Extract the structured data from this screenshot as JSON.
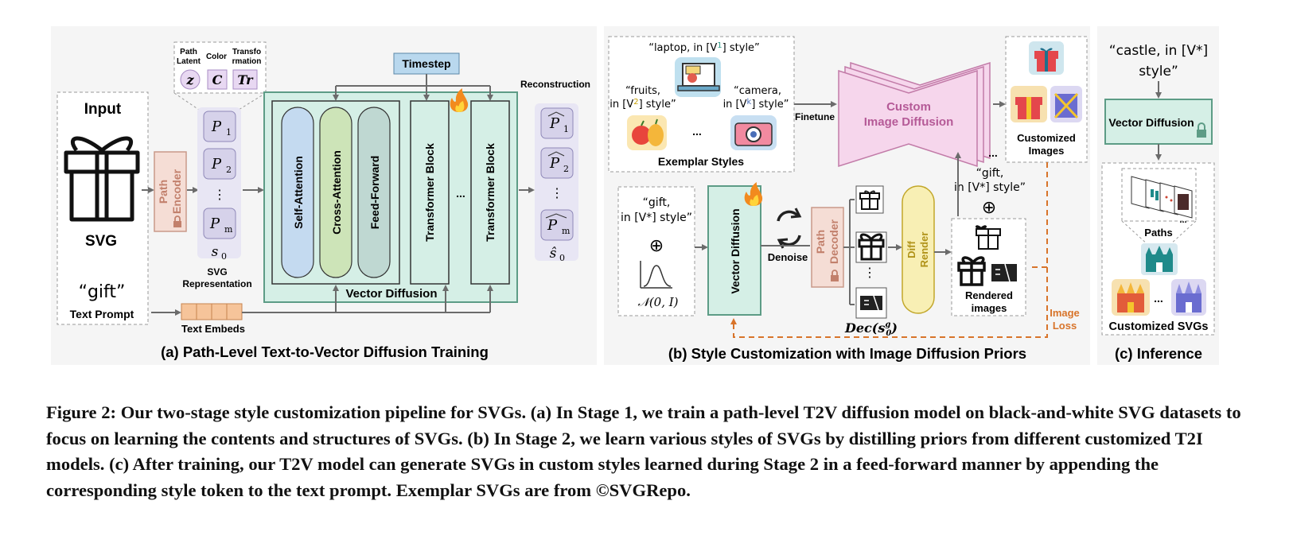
{
  "panel_a": {
    "caption": "(a) Path-Level Text-to-Vector Diffusion Training",
    "input_label": "Input",
    "svg_label": "SVG",
    "prompt_quote": "“gift”",
    "text_prompt_label": "Text Prompt",
    "path_encoder_label": [
      "Path",
      "Encoder"
    ],
    "latent_headers": [
      "Path",
      "Latent",
      "Color",
      "Transfo",
      "rmation"
    ],
    "latent_symbols": [
      "z",
      "C",
      "Tr"
    ],
    "tokens": [
      "P",
      "P",
      "⋮",
      "P"
    ],
    "token_subs": [
      "1",
      "2",
      "m"
    ],
    "s0_label": "s",
    "s0_sub": "0",
    "svg_repr_label": [
      "SVG",
      "Representation"
    ],
    "text_embeds_label": "Text Embeds",
    "timestep_label": "Timestep",
    "attention_blocks": [
      "Self-Attention",
      "Cross-Attention",
      "Feed-Forward"
    ],
    "transformer_blocks": [
      "Transformer Block",
      "Transformer Block"
    ],
    "ellipsis": "...",
    "vector_diffusion_label": "Vector Diffusion",
    "reconstruction_label": "Reconstruction",
    "recon_tokens": [
      "P",
      "P",
      "⋮",
      "P"
    ],
    "recon_subs": [
      "1",
      "2",
      "m"
    ],
    "s0_hat_label": "ŝ",
    "s0_hat_sub": "0"
  },
  "panel_b": {
    "caption": "(b) Style Customization with Image Diffusion Priors",
    "exemplar_prompts": {
      "laptop": [
        "“laptop, in [V",
        "1",
        "] style”"
      ],
      "fruits": [
        "“fruits,",
        "in [V",
        "2",
        "] style”"
      ],
      "camera": [
        "“camera,",
        "in [V",
        "k",
        "] style”"
      ]
    },
    "exemplar_ellipsis": "...",
    "exemplar_styles_label": "Exemplar Styles",
    "finetune_label": "Finetune",
    "custom_diffusion_label": [
      "Custom",
      "Image Diffusion"
    ],
    "customized_images_label": [
      "Customized",
      "Images"
    ],
    "dots": "...",
    "gift_prompt": [
      "“gift,",
      "in [V*] style”"
    ],
    "oplus": "⊕",
    "normal_label": "𝒩(0, I)",
    "vector_diffusion_label": "Vector Diffusion",
    "denoise_label": "Denoise",
    "path_decoder_label": [
      "Path",
      "Decoder"
    ],
    "vdots": "⋮",
    "dec_label": "Dec(s",
    "dec_sup": "g",
    "dec_sub": "0",
    "dec_close": ")",
    "diff_render_label": [
      "Diff",
      "Render"
    ],
    "gift_prompt_right": [
      "“gift,",
      "in [V*] style”"
    ],
    "rendered_images_label": [
      "Rendered",
      "images"
    ],
    "image_loss_label": [
      "Image",
      "Loss"
    ]
  },
  "panel_c": {
    "caption": "(c) Inference",
    "prompt": [
      "“castle, in [V*]",
      "style”"
    ],
    "vector_diffusion_label": "Vector Diffusion",
    "paths_label": "Paths",
    "dots": "...",
    "customized_svgs_label": "Customized SVGs",
    "ellipsis": "..."
  },
  "caption": "Figure 2:  Our two-stage style customization pipeline for SVGs. (a) In Stage 1, we train a path-level T2V diffusion model on black-and-white SVG datasets to focus on learning the contents and structures of SVGs. (b) In Stage 2, we learn various styles of SVGs by distilling priors from different customized T2I models. (c) After training, our T2V model can generate SVGs in custom styles learned during Stage 2 in a feed-forward manner by appending the corresponding style token to the text prompt. Exemplar SVGs are from ©SVGRepo.",
  "colors": {
    "panel_bg": "#f5f5f5",
    "diffusion_green": "#d5efe6",
    "diffusion_border": "#5d9c86",
    "encoder_pink": "#f5ddd5",
    "encoder_border": "#c99a8a",
    "token_purple": "#dcd8ef",
    "self_attention_blue": "#c4daf0",
    "cross_attention_green": "#cde4b8",
    "feed_forward_teal": "#bfd8d2",
    "timestep_blue": "#b9d8ee",
    "custom_diffusion_pink": "#f6d6ec",
    "diff_render_yellow": "#f8efb4",
    "text_embed_orange": "#f6c49a",
    "loss_orange": "#d8742a"
  }
}
